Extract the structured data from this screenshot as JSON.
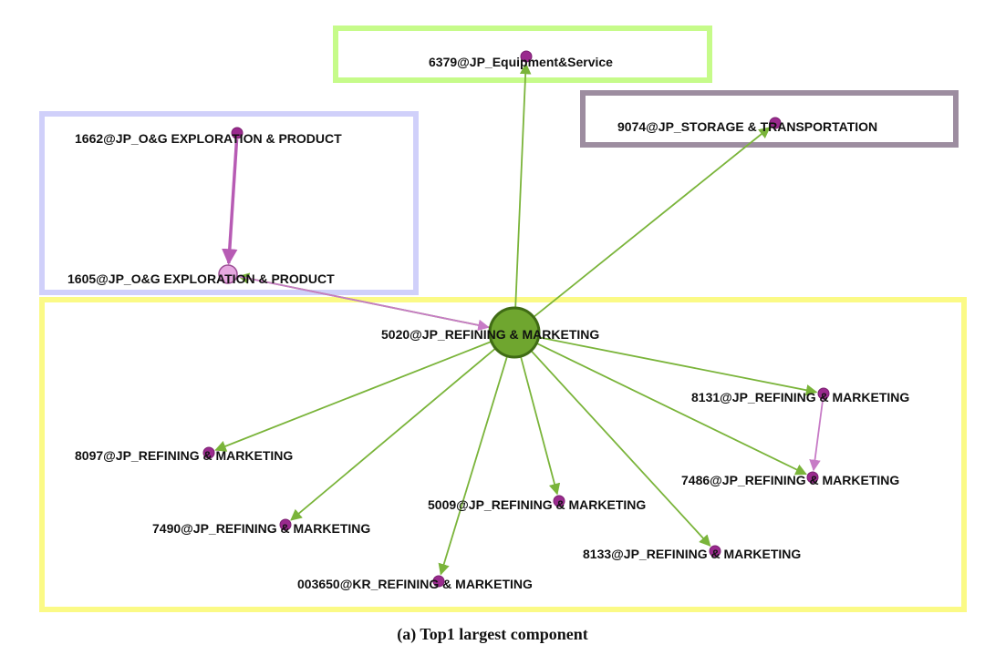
{
  "caption": "(a) Top1 largest component",
  "colors": {
    "green_edge": "#7ab43a",
    "pink_edge": "#c77bc6",
    "node_small": "#9a2a8e",
    "node_hub": "#6fa62f",
    "node_hub_stroke": "#3f6b14",
    "node_pink": "#e6a8e0",
    "group_green": "#c6fb8a",
    "group_purple": "#9d8da0",
    "group_lavender": "#d0d0fa",
    "group_yellow": "#fbfa86"
  },
  "groups": [
    {
      "id": "equipment",
      "color": "#c6fb8a"
    },
    {
      "id": "storage",
      "color": "#9d8da0"
    },
    {
      "id": "exploration",
      "color": "#d0d0fa"
    },
    {
      "id": "refining",
      "color": "#fbfa86"
    }
  ],
  "nodes": [
    {
      "id": "6379",
      "label": "6379@JP_Equipment&Service",
      "kind": "small"
    },
    {
      "id": "9074",
      "label": "9074@JP_STORAGE & TRANSPORTATION",
      "kind": "small"
    },
    {
      "id": "1662",
      "label": "1662@JP_O&G EXPLORATION & PRODUCT",
      "kind": "small"
    },
    {
      "id": "1605",
      "label": "1605@JP_O&G EXPLORATION & PRODUCT",
      "kind": "medium"
    },
    {
      "id": "5020",
      "label": "5020@JP_REFINING & MARKETING",
      "kind": "hub"
    },
    {
      "id": "8131",
      "label": "8131@JP_REFINING & MARKETING",
      "kind": "small"
    },
    {
      "id": "8097",
      "label": "8097@JP_REFINING & MARKETING",
      "kind": "small"
    },
    {
      "id": "7486",
      "label": "7486@JP_REFINING & MARKETING",
      "kind": "small"
    },
    {
      "id": "5009",
      "label": "5009@JP_REFINING & MARKETING",
      "kind": "small"
    },
    {
      "id": "7490",
      "label": "7490@JP_REFINING & MARKETING",
      "kind": "small"
    },
    {
      "id": "8133",
      "label": "8133@JP_REFINING & MARKETING",
      "kind": "small"
    },
    {
      "id": "003650",
      "label": "003650@KR_REFINING & MARKETING",
      "kind": "small"
    }
  ],
  "edges": [
    {
      "from": "5020",
      "to": "6379",
      "color": "green"
    },
    {
      "from": "5020",
      "to": "9074",
      "color": "green"
    },
    {
      "from": "5020",
      "to": "1605",
      "color": "green"
    },
    {
      "from": "1605",
      "to": "5020",
      "color": "pink"
    },
    {
      "from": "1662",
      "to": "1605",
      "color": "pink",
      "heavy": true
    },
    {
      "from": "5020",
      "to": "8131",
      "color": "green"
    },
    {
      "from": "5020",
      "to": "7486",
      "color": "green"
    },
    {
      "from": "8131",
      "to": "7486",
      "color": "pink"
    },
    {
      "from": "5020",
      "to": "8097",
      "color": "green"
    },
    {
      "from": "5020",
      "to": "5009",
      "color": "green"
    },
    {
      "from": "5020",
      "to": "7490",
      "color": "green"
    },
    {
      "from": "5020",
      "to": "8133",
      "color": "green"
    },
    {
      "from": "5020",
      "to": "003650",
      "color": "green"
    }
  ]
}
